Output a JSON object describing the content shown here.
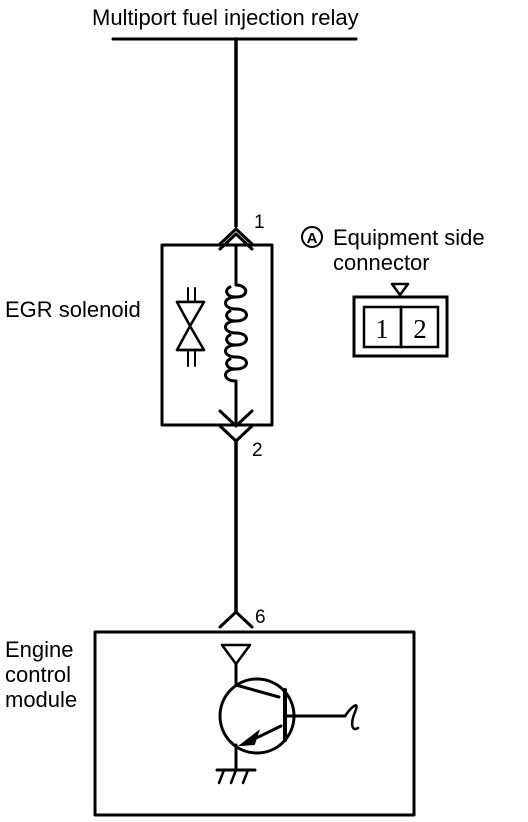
{
  "title": "Multiport fuel injection relay",
  "components": {
    "solenoid": {
      "label": "EGR solenoid",
      "pin_top": "1",
      "pin_bottom": "2"
    },
    "ecm": {
      "label_lines": [
        "Engine",
        "control",
        "module"
      ],
      "pin": "6"
    },
    "connector": {
      "badge": "A",
      "label_lines": [
        "Equipment side",
        "connector"
      ],
      "pins": [
        "1",
        "2"
      ]
    }
  },
  "icons": [
    "connector-terminal-icon",
    "solenoid-coil-icon",
    "diode-icon",
    "transistor-icon",
    "ground-icon",
    "signal-wave-icon",
    "key-triangle-icon"
  ],
  "colors": {
    "ink": "#000000",
    "paper": "#ffffff"
  }
}
